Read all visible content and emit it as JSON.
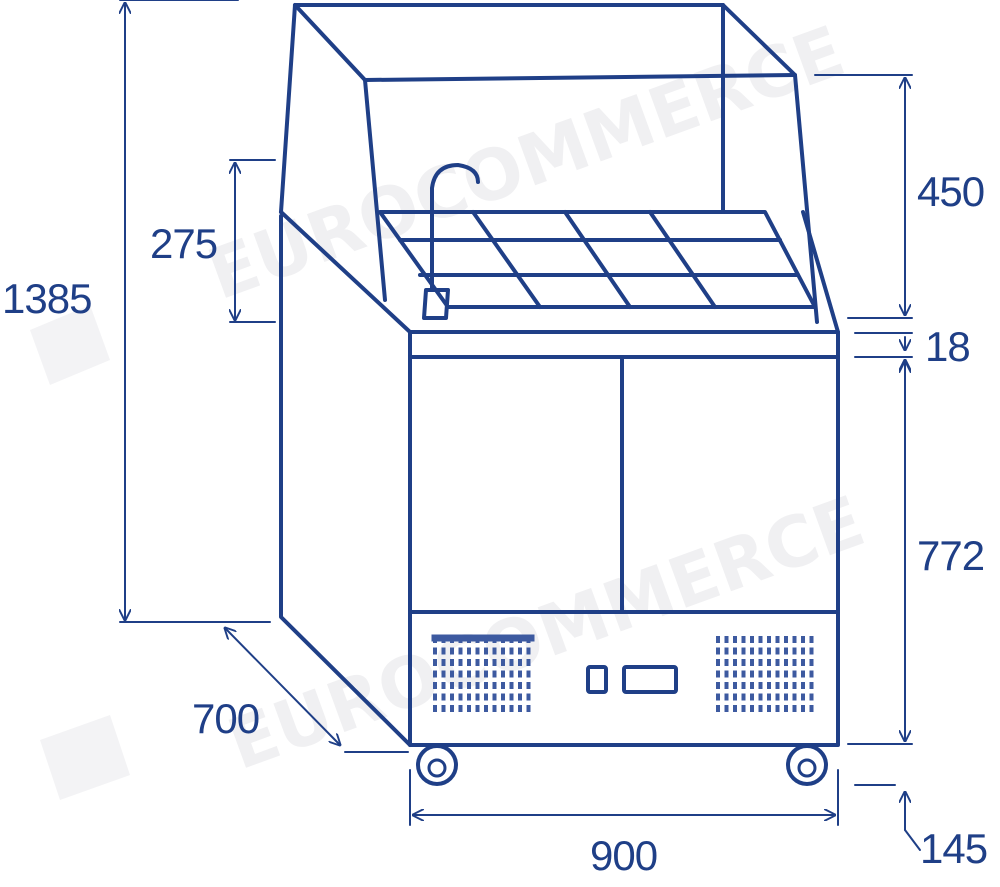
{
  "watermark": {
    "text": "EUROCOMMERCE"
  },
  "dimensions": {
    "total_height": "1385",
    "display_height": "275",
    "canopy_height": "450",
    "worktop_thickness": "18",
    "cabinet_height": "772",
    "depth": "700",
    "width": "900",
    "wheel_height": "145"
  },
  "colors": {
    "line": "#1f3f87",
    "watermark": "#f0f0f2"
  }
}
